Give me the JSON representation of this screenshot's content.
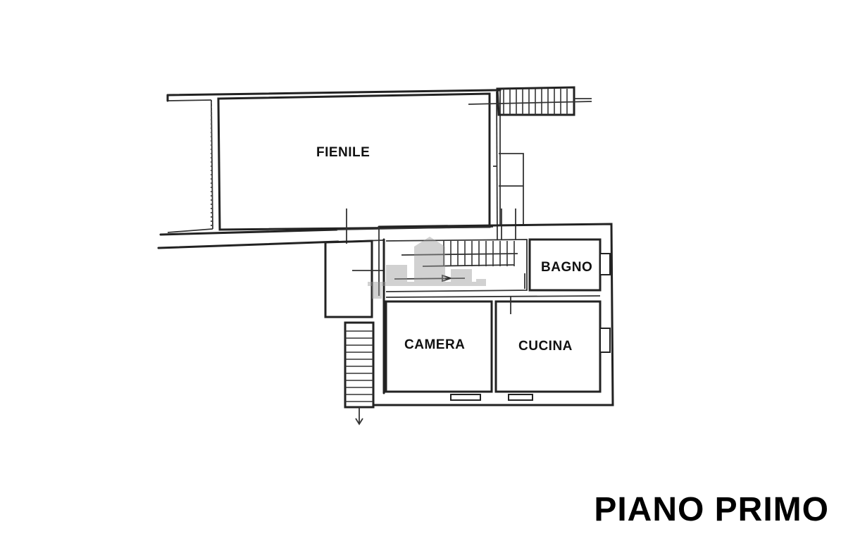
{
  "rooms": {
    "fienile": "FIENILE",
    "bagno": "BAGNO",
    "camera": "CAMERA",
    "cucina": "CUCINA"
  },
  "floor_title": "PIANO PRIMO",
  "colors": {
    "line": "#222222",
    "background": "#ffffff",
    "watermark": "#9a9a9a"
  }
}
